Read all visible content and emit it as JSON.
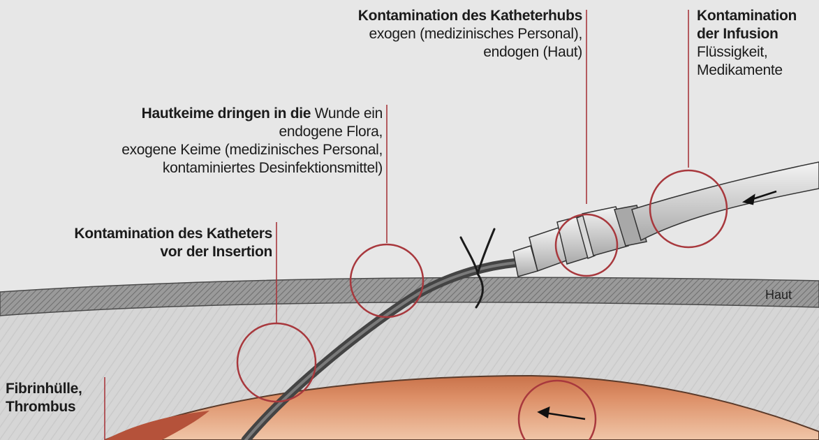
{
  "labels": {
    "hub_bold": "Kontamination des Katheterhubs",
    "hub_line1": "exogen (medizinisches Personal),",
    "hub_line2": "endogen (Haut)",
    "infusion_bold1": "Kontamination",
    "infusion_bold2": "der Infusion",
    "infusion_line1": "Flüssigkeit,",
    "infusion_line2": "Medikamente",
    "wound_bold": "Hautkeime dringen in die",
    "wound_rest": " Wunde ein",
    "wound_line1": "endogene Flora,",
    "wound_line2": "exogene Keime (medizinisches Personal,",
    "wound_line3": "kontaminiertes Desinfektionsmittel)",
    "catheter_bold1": "Kontamination des Katheters",
    "catheter_bold2": "vor der Insertion",
    "fibrin_bold1": "Fibrinhülle,",
    "fibrin_bold2": "Thrombus",
    "skin": "Haut"
  },
  "colors": {
    "circle": "#a8383d",
    "leader": "#a8383d",
    "skin_band": "#8c8c8c",
    "tissue": "#d3d3d3",
    "vessel": "#d9865a",
    "catheter": "#555555"
  }
}
